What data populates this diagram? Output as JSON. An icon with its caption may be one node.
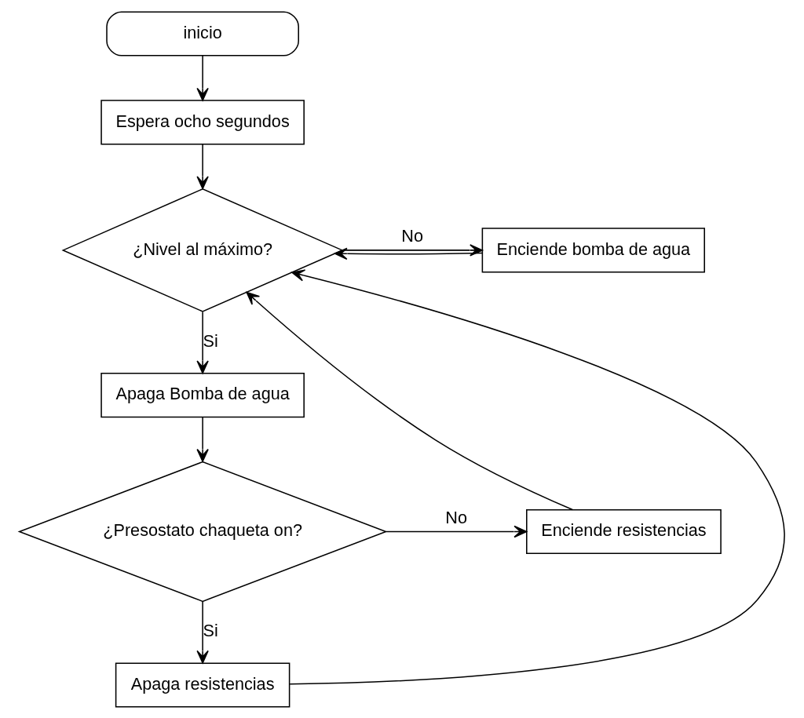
{
  "diagram": {
    "nodes": [
      {
        "text": [
          "inicio"
        ]
      },
      {
        "text": [
          "Espera ocho segundos"
        ]
      },
      {
        "text": [
          "¿Nivel al máximo?"
        ]
      },
      {
        "text": [
          "Enciende bomba de agua"
        ]
      },
      {
        "text": [
          "Apaga Bomba de agua"
        ]
      },
      {
        "text": [
          "¿Presostato chaqueta on?"
        ]
      },
      {
        "text": [
          "Enciende resistencias"
        ]
      },
      {
        "text": [
          "Apaga resistencias"
        ]
      }
    ],
    "edges": [
      {
        "from": 0,
        "to": 1,
        "arrow": "to"
      },
      {
        "from": 1,
        "to": 2,
        "arrow": "to"
      },
      {
        "from": 2,
        "to": 3,
        "label": "No",
        "arrow": "to"
      },
      {
        "from": 2,
        "to": 4,
        "label": "Si",
        "arrow": "to"
      },
      {
        "from": 4,
        "to": 5,
        "arrow": "to"
      },
      {
        "from": 5,
        "to": 6,
        "label": "No",
        "arrow": "to"
      },
      {
        "from": 5,
        "to": 7,
        "label": "Si",
        "arrow": "to"
      },
      {
        "from": 3,
        "to": 2,
        "arrow": "to"
      },
      {
        "from": 6,
        "to": 2,
        "arrow": "to"
      },
      {
        "from": 7,
        "to": 2,
        "arrow": "to"
      }
    ]
  }
}
